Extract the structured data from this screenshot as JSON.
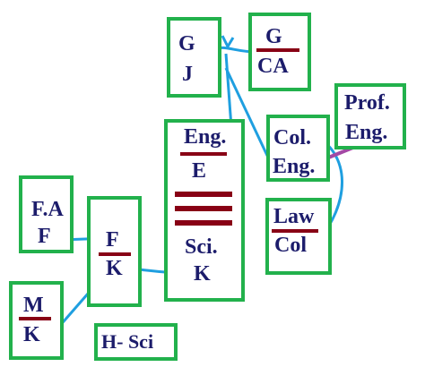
{
  "nodes": {
    "gj": {
      "top": "G",
      "bottom": "J"
    },
    "gca": {
      "top": "G",
      "bottom": "CA"
    },
    "eng_sci": {
      "top": "Eng.",
      "mid": "E",
      "bottom": "Sci.",
      "bottom2": "K"
    },
    "col_eng": {
      "top": "Col.",
      "bottom": "Eng."
    },
    "prof_eng": {
      "top": "Prof.",
      "bottom": "Eng."
    },
    "law_col": {
      "top": "Law",
      "bottom": "Col"
    },
    "fa_f": {
      "top": "F.A",
      "bottom": "F"
    },
    "f_k": {
      "top": "F",
      "bottom": "K"
    },
    "m_k": {
      "top": "M",
      "bottom": "K"
    }
  },
  "labels": {
    "h_sci": "H- Sci"
  },
  "colors": {
    "box_border": "#22b14c",
    "text": "#1c1c6b",
    "fraction_bar": "#880015",
    "connector": "#1f9fe0",
    "purple_connector": "#a349a4"
  }
}
